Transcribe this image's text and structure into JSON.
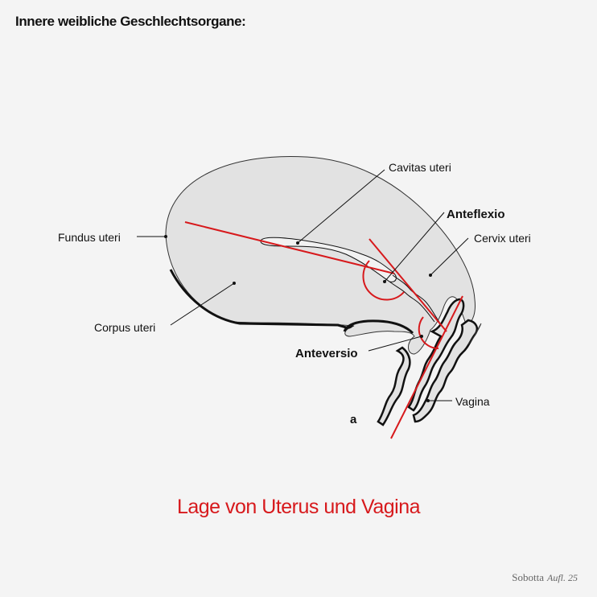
{
  "header": {
    "title": "Innere weibliche Geschlechtsorgane:"
  },
  "figure": {
    "labels": {
      "cavitas_uteri": "Cavitas uteri",
      "anteflexio": "Anteflexio",
      "fundus_uteri": "Fundus uteri",
      "cervix_uteri": "Cervix uteri",
      "corpus_uteri": "Corpus uteri",
      "anteversio": "Anteversio",
      "vagina": "Vagina",
      "panel_letter": "a"
    },
    "colors": {
      "axis_line": "#d7191c",
      "organ_fill": "#e2e2e2",
      "outline": "#111111"
    }
  },
  "caption": "Lage von Uterus und Vagina",
  "credit": {
    "source": "Sobotta",
    "edition": "Aufl. 25"
  }
}
